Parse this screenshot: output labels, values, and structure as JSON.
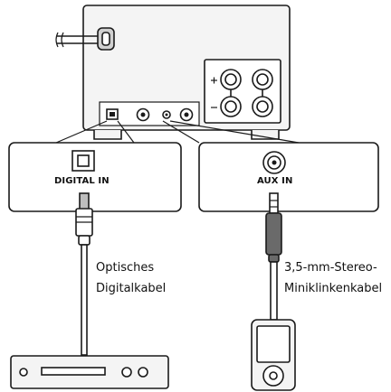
{
  "connectors": {
    "digital_in": "DIGITAL IN",
    "aux_in": "AUX IN"
  },
  "cables": {
    "optical_line1": "Optisches",
    "optical_line2": "Digitalkabel",
    "stereo_line1": "3,5-mm-Stereo-",
    "stereo_line2": "Miniklinkenkabel"
  },
  "colors": {
    "outline": "#1a1a1a",
    "unit_fill": "#f2f2f2",
    "background": "#ffffff"
  }
}
